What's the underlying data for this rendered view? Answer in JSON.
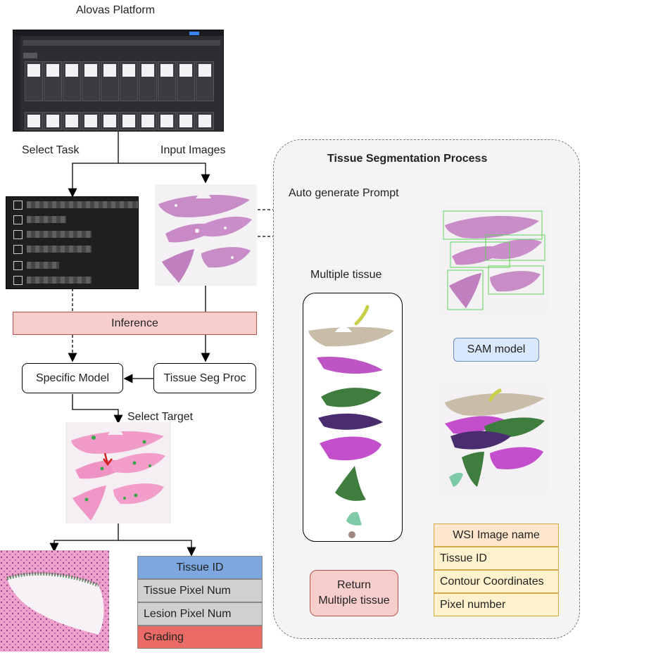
{
  "labels": {
    "platform_title": "Alovas Platform",
    "select_task": "Select Task",
    "input_images": "Input Images",
    "panel_title": "Tissue Segmentation Process",
    "auto_prompt": "Auto generate Prompt",
    "multiple_tissue": "Multiple tissue",
    "select_target": "Select Target"
  },
  "boxes": {
    "inference": "Inference",
    "specific_model": "Specific Model",
    "tissue_seg_proc": "Tissue Seg Proc",
    "sam_model": "SAM model",
    "return_line1": "Return",
    "return_line2": "Multiple tissue"
  },
  "results_table": {
    "rows": [
      "Tissue ID",
      "Tissue Pixel Num",
      "Lesion Pixel Num",
      "Grading"
    ]
  },
  "output_table": {
    "header": "WSI Image name",
    "rows": [
      "Tissue ID",
      "Contour Coordinates",
      "Pixel number"
    ]
  },
  "colors": {
    "inference_fill": "#f8cecc",
    "sam_fill": "#dae8fc",
    "return_fill": "#f8cecc",
    "tissue_id_fill": "#7ea6e0",
    "grading_fill": "#ea6b66",
    "gray_fill": "#d0d0d0",
    "output_header_fill": "#ffe6cc",
    "output_row_fill": "#fff2cc"
  }
}
